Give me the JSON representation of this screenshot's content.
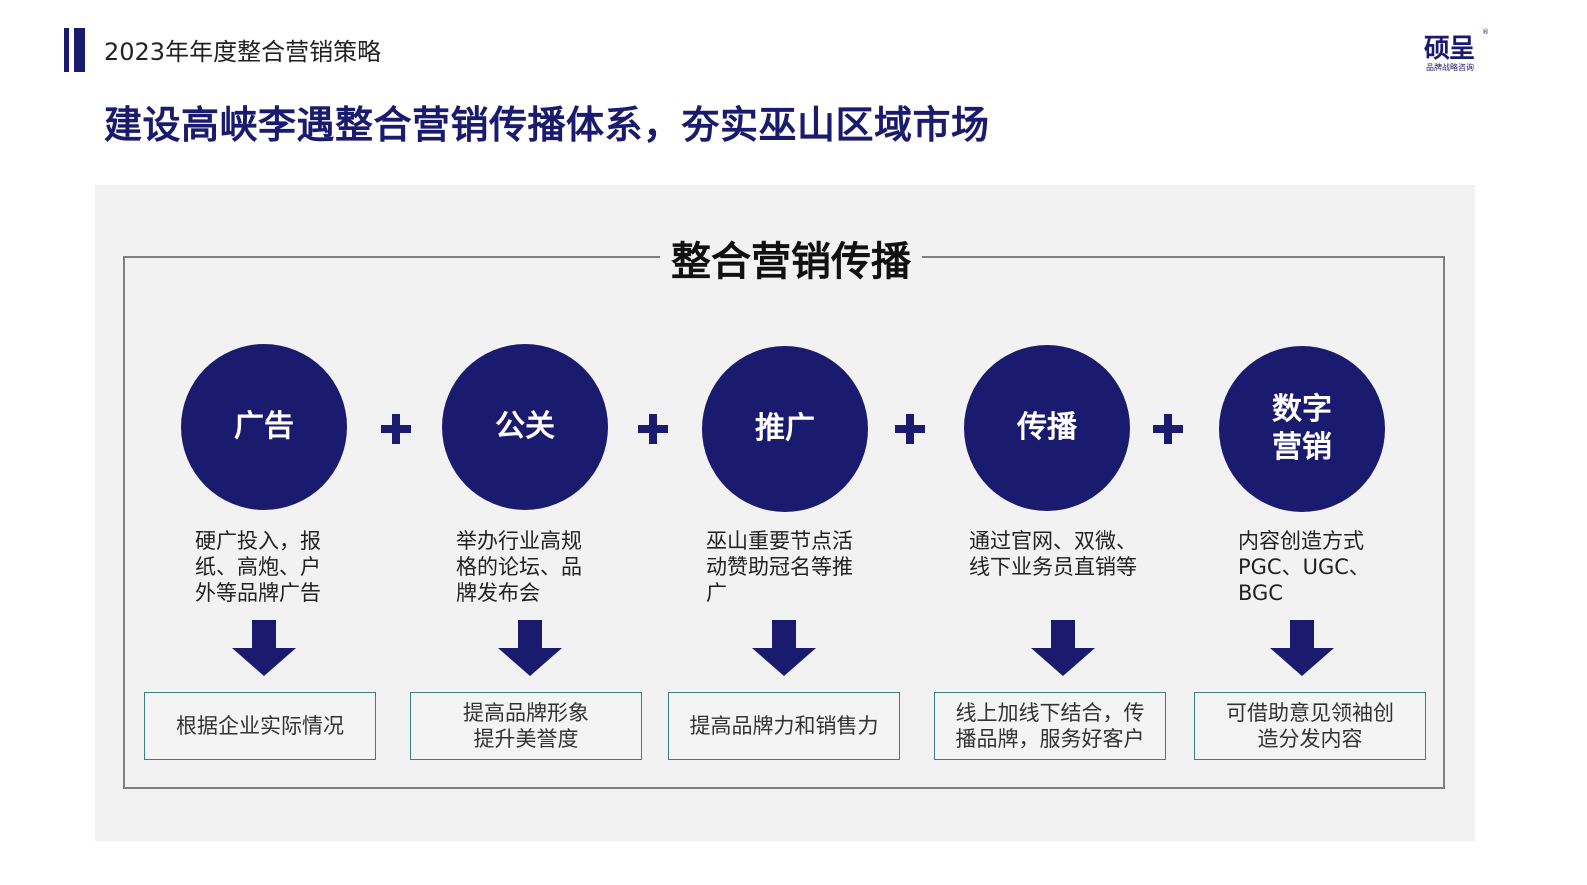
{
  "header": {
    "deck_title": "2023年年度整合营销策略",
    "logo_text": "硕呈",
    "logo_sub": "品牌战略咨询",
    "logo_mark": "®"
  },
  "slide_heading": "建设高峡李遇整合营销传播体系，夯实巫山区域市场",
  "diagram": {
    "frame_title": "整合营销传播",
    "connector_glyph": "+",
    "colors": {
      "accent": "#1a1a6e",
      "box_border": "#3b7f78",
      "panel": "#f2f2f2",
      "frame": "#7f7f7f"
    },
    "columns": [
      {
        "name": "广告",
        "description": "硬广投入，报纸、高炮、户外等品牌广告",
        "outcome": "根据企业实际情况"
      },
      {
        "name": "公关",
        "description": "举办行业高规格的论坛、品牌发布会",
        "outcome": "提高品牌形象提升美誉度"
      },
      {
        "name": "推广",
        "description": "巫山重要节点活动赞助冠名等推广",
        "outcome": "提高品牌力和销售力"
      },
      {
        "name": "传播",
        "description": "通过官网、双微、线下业务员直销等",
        "outcome": "线上加线下结合，传播品牌，服务好客户"
      },
      {
        "name": "数字营销",
        "description": "内容创造方式PGC、UGC、BGC",
        "outcome": "可借助意见领袖创造分发内容"
      }
    ]
  }
}
